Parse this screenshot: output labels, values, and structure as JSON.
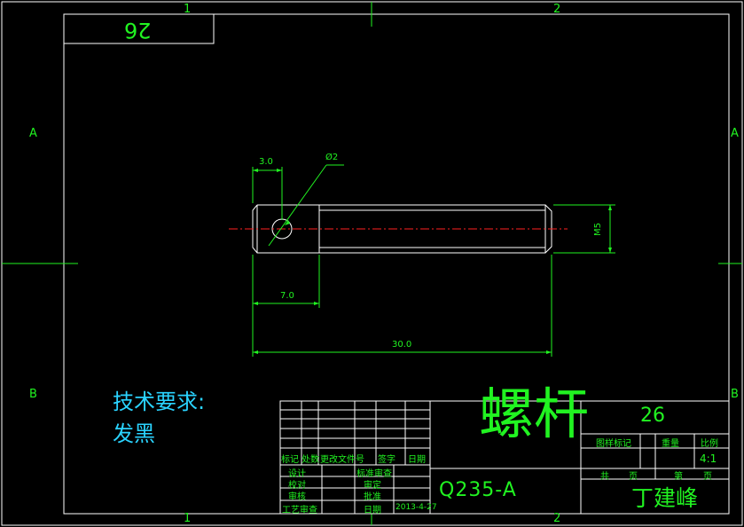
{
  "sheet": {
    "top_zone_1": "1",
    "top_zone_2": "2",
    "bottom_zone_1": "1",
    "bottom_zone_2": "2",
    "left_zone_a": "A",
    "left_zone_b": "B",
    "right_zone_a": "A",
    "right_zone_b": "B",
    "corner_code_mirrored": "26",
    "colors": {
      "border": "#ffffff",
      "green": "#21f321",
      "cyan": "#2ad3ff",
      "centerline": "#ff2020"
    }
  },
  "dimensions": {
    "hole_offset": "3.0",
    "hole_diameter": "Ø2",
    "head_length": "7.0",
    "thread": "M5",
    "overall_length": "30.0"
  },
  "tech_requirements": {
    "heading": "技术要求:",
    "body": "发黑"
  },
  "title_block": {
    "part_name": "螺杆",
    "drawing_number": "26",
    "material": "Q235-A",
    "designer": "丁建峰",
    "rev_headers": [
      "标记",
      "处数",
      "更改文件号",
      "签字",
      "日期"
    ],
    "role_labels": [
      "设计",
      "校对",
      "审核",
      "工艺审查"
    ],
    "approval_labels": [
      "标准审查",
      "审定",
      "批准",
      "日期"
    ],
    "date": "2013-4-27",
    "mark_label": "图样标记",
    "weight_label": "重量",
    "scale_label": "比例",
    "scale_value": "4:1",
    "total_sheets_label": "共",
    "sheet_unit_label": "页",
    "sheet_no_label": "第",
    "sheet_no_unit_label": "页"
  }
}
